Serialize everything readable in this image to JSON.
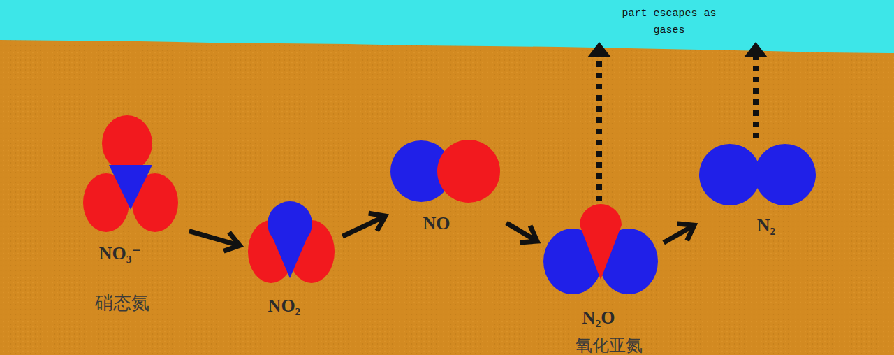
{
  "diagram": {
    "nodes": [
      {
        "text": [
          "part escapes as gases"
        ]
      },
      {
        "text": [
          "NO₃⁻",
          "硝态氮"
        ]
      },
      {
        "text": [
          "NO₂"
        ]
      },
      {
        "text": [
          "NO"
        ]
      },
      {
        "text": [
          "N₂O",
          "氧化亚氮"
        ]
      },
      {
        "text": [
          "N₂"
        ]
      }
    ],
    "edges": [
      {
        "from": 1,
        "to": 2,
        "arrow": "to"
      },
      {
        "from": 2,
        "to": 3,
        "arrow": "to"
      },
      {
        "from": 3,
        "to": 4,
        "arrow": "to"
      },
      {
        "from": 4,
        "to": 5,
        "arrow": "to"
      },
      {
        "from": 4,
        "to": 0,
        "arrow": "to"
      },
      {
        "from": 5,
        "to": 0,
        "arrow": "to"
      }
    ]
  }
}
